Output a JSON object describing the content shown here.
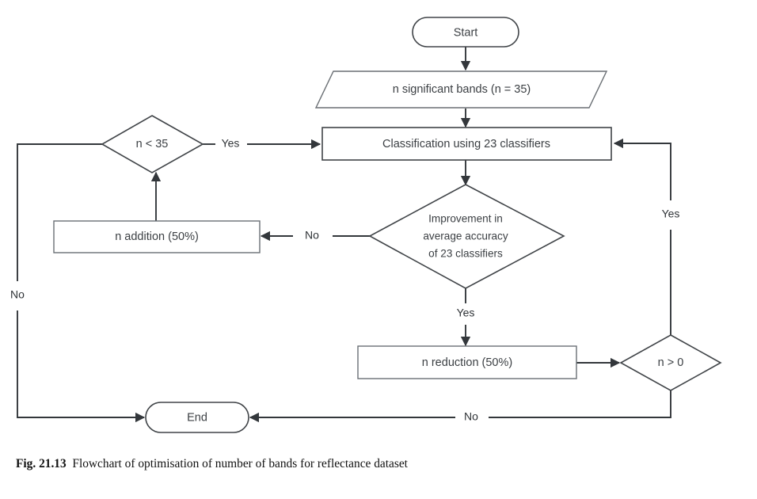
{
  "figure": {
    "caption_label": "Fig. 21.13",
    "caption_text": "Flowchart of optimisation of number of bands for reflectance dataset"
  },
  "chart_data": {
    "type": "diagram",
    "diagram_kind": "flowchart",
    "title": "Flowchart of optimisation of number of bands for reflectance dataset",
    "nodes": [
      {
        "id": "start",
        "shape": "terminator",
        "label": "Start"
      },
      {
        "id": "input_bands",
        "shape": "parallelogram",
        "label": "n significant bands (n = 35)"
      },
      {
        "id": "classification",
        "shape": "process",
        "label": "Classification using 23 classifiers"
      },
      {
        "id": "n_lt_35",
        "shape": "decision",
        "label": "n < 35"
      },
      {
        "id": "improvement",
        "shape": "decision",
        "label_line1": "Improvement in",
        "label_line2": "average accuracy",
        "label_line3": "of 23 classifiers"
      },
      {
        "id": "n_addition",
        "shape": "process",
        "label": "n addition (50%)"
      },
      {
        "id": "n_reduction",
        "shape": "process",
        "label": "n reduction (50%)"
      },
      {
        "id": "n_gt_0",
        "shape": "decision",
        "label": "n > 0"
      },
      {
        "id": "end",
        "shape": "terminator",
        "label": "End"
      }
    ],
    "edges": [
      {
        "from": "start",
        "to": "input_bands",
        "label": ""
      },
      {
        "from": "input_bands",
        "to": "classification",
        "label": ""
      },
      {
        "from": "classification",
        "to": "improvement",
        "label": ""
      },
      {
        "from": "improvement",
        "to": "n_addition",
        "label": "No"
      },
      {
        "from": "n_addition",
        "to": "n_lt_35",
        "label": ""
      },
      {
        "from": "n_lt_35",
        "to": "classification",
        "label": "Yes"
      },
      {
        "from": "n_lt_35",
        "to": "end",
        "label": "No"
      },
      {
        "from": "improvement",
        "to": "n_reduction",
        "label": "Yes"
      },
      {
        "from": "n_reduction",
        "to": "n_gt_0",
        "label": ""
      },
      {
        "from": "n_gt_0",
        "to": "classification",
        "label": "Yes"
      },
      {
        "from": "n_gt_0",
        "to": "end",
        "label": "No"
      }
    ],
    "edge_labels": {
      "yes_to_classification_left": "Yes",
      "no_to_addition": "No",
      "no_left_branch": "No",
      "yes_to_reduction": "Yes",
      "yes_right_branch": "Yes",
      "no_bottom_branch": "No"
    },
    "colors": {
      "stroke": "#33373b",
      "node_stroke": "#404448",
      "text": "#3b3f43",
      "background": "#ffffff"
    }
  }
}
